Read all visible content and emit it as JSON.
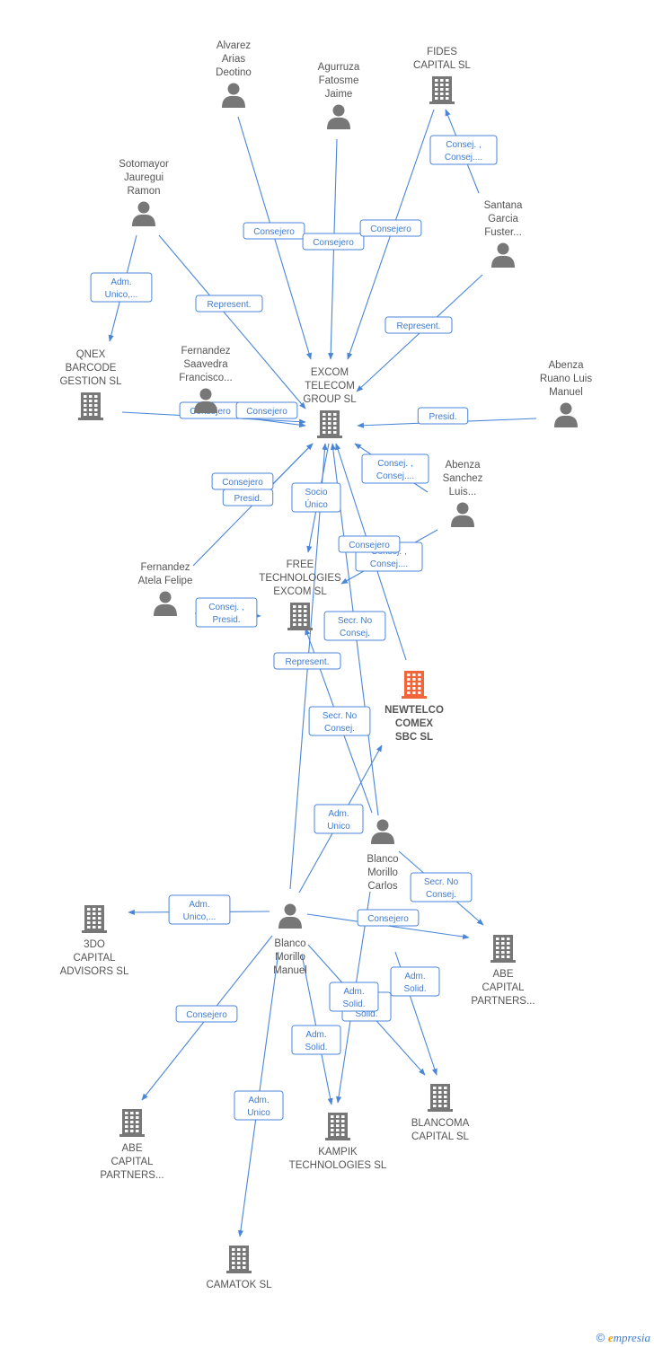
{
  "colors": {
    "edge": "#4a86d8",
    "company": "#777777",
    "company_main": "#f0663a",
    "person": "#777777",
    "label": "#555555"
  },
  "nodes": [
    {
      "id": "alvarez",
      "kind": "person",
      "lines": [
        "Alvarez",
        "Arias",
        "Deotino"
      ]
    },
    {
      "id": "agurruza",
      "kind": "person",
      "lines": [
        "Agurruza",
        "Fatosme",
        "Jaime"
      ]
    },
    {
      "id": "fides",
      "kind": "company",
      "lines": [
        "FIDES",
        "CAPITAL  SL"
      ]
    },
    {
      "id": "sotomayor",
      "kind": "person",
      "lines": [
        "Sotomayor",
        "Jauregui",
        "Ramon"
      ]
    },
    {
      "id": "santana",
      "kind": "person",
      "lines": [
        "Santana",
        "Garcia",
        "Fuster..."
      ]
    },
    {
      "id": "qnex",
      "kind": "company",
      "lines": [
        "QNEX",
        "BARCODE",
        "GESTION  SL"
      ]
    },
    {
      "id": "fsaavedra",
      "kind": "person",
      "lines": [
        "Fernandez",
        "Saavedra",
        "Francisco..."
      ]
    },
    {
      "id": "excom",
      "kind": "company",
      "lines": [
        "EXCOM",
        "TELECOM",
        "GROUP  SL"
      ]
    },
    {
      "id": "abenza_ruano",
      "kind": "person",
      "lines": [
        "Abenza",
        "Ruano Luis",
        "Manuel"
      ]
    },
    {
      "id": "abenza_sanchez",
      "kind": "person",
      "lines": [
        "Abenza",
        "Sanchez",
        "Luis..."
      ]
    },
    {
      "id": "fatela",
      "kind": "person",
      "lines": [
        "Fernandez",
        "Atela Felipe"
      ]
    },
    {
      "id": "free",
      "kind": "company",
      "lines": [
        "FREE",
        "TECHNOLOGIES",
        "EXCOM SL"
      ]
    },
    {
      "id": "newtelco",
      "kind": "company_main",
      "lines": [
        "NEWTELCO",
        "COMEX",
        "SBC  SL"
      ]
    },
    {
      "id": "bcarlos",
      "kind": "person",
      "lines": [
        "Blanco",
        "Morillo",
        "Carlos"
      ]
    },
    {
      "id": "bmanuel",
      "kind": "person",
      "lines": [
        "Blanco",
        "Morillo",
        "Manuel"
      ]
    },
    {
      "id": "d3o",
      "kind": "company",
      "lines": [
        "3DO",
        "CAPITAL",
        "ADVISORS  SL"
      ]
    },
    {
      "id": "abe_right",
      "kind": "company",
      "lines": [
        "ABE",
        "CAPITAL",
        "PARTNERS..."
      ]
    },
    {
      "id": "abe_left",
      "kind": "company",
      "lines": [
        "ABE",
        "CAPITAL",
        "PARTNERS..."
      ]
    },
    {
      "id": "kampik",
      "kind": "company",
      "lines": [
        "KAMPIK",
        "TECHNOLOGIES SL"
      ]
    },
    {
      "id": "blancoma",
      "kind": "company",
      "lines": [
        "BLANCOMA",
        "CAPITAL SL"
      ]
    },
    {
      "id": "camatok",
      "kind": "company",
      "lines": [
        "CAMATOK  SL"
      ]
    }
  ],
  "edges": [
    {
      "from": "alvarez",
      "to": "excom",
      "label": [
        "Consejero"
      ]
    },
    {
      "from": "agurruza",
      "to": "excom",
      "label": [
        "Consejero"
      ]
    },
    {
      "from": "fides",
      "to": "excom",
      "label": [
        "Consejero"
      ]
    },
    {
      "from": "santana",
      "to": "fides",
      "label": [
        "Consej. ,",
        "Consej...."
      ]
    },
    {
      "from": "santana",
      "to": "excom",
      "label": [
        "Represent."
      ]
    },
    {
      "from": "sotomayor",
      "to": "qnex",
      "label": [
        "Adm.",
        "Unico,..."
      ]
    },
    {
      "from": "sotomayor",
      "to": "excom",
      "label": [
        "Represent."
      ]
    },
    {
      "from": "qnex",
      "to": "excom",
      "label": [
        "Consejero"
      ]
    },
    {
      "from": "fsaavedra",
      "to": "excom",
      "label": [
        "Consejero"
      ]
    },
    {
      "from": "fsaavedra",
      "to": "free",
      "label": [
        "Presid."
      ]
    },
    {
      "from": "abenza_ruano",
      "to": "excom",
      "label": [
        "Presid."
      ]
    },
    {
      "from": "abenza_sanchez",
      "to": "excom",
      "label": [
        "Consej. ,",
        "Consej...."
      ]
    },
    {
      "from": "abenza_sanchez",
      "to": "free",
      "label": [
        "Consej. ,",
        "Consej...."
      ]
    },
    {
      "from": "fatela",
      "to": "excom",
      "label": [
        "Consejero"
      ]
    },
    {
      "from": "fatela",
      "to": "free",
      "label": [
        "Consej. ,",
        "Presid."
      ]
    },
    {
      "from": "excom",
      "to": "free",
      "label": [
        "Socio",
        "Único"
      ]
    },
    {
      "from": "newtelco",
      "to": "excom",
      "label": [
        "Consejero"
      ]
    },
    {
      "from": "bcarlos",
      "to": "excom",
      "label": [
        "Secr.  No",
        "Consej."
      ]
    },
    {
      "from": "bcarlos",
      "to": "free",
      "label": [
        "Secr.  No",
        "Consej."
      ]
    },
    {
      "from": "bmanuel",
      "to": "excom",
      "label": [
        "Represent."
      ]
    },
    {
      "from": "bmanuel",
      "to": "newtelco",
      "label": [
        "Adm.",
        "Unico"
      ]
    },
    {
      "from": "bmanuel",
      "to": "d3o",
      "label": [
        "Adm.",
        "Unico,..."
      ]
    },
    {
      "from": "bmanuel",
      "to": "abe_right",
      "label": [
        "Consejero"
      ]
    },
    {
      "from": "bmanuel",
      "to": "abe_left",
      "label": [
        "Consejero"
      ]
    },
    {
      "from": "bmanuel",
      "to": "camatok",
      "label": [
        "Adm.",
        "Unico"
      ]
    },
    {
      "from": "bmanuel",
      "to": "kampik",
      "label": [
        "Adm.",
        "Solid."
      ]
    },
    {
      "from": "bmanuel",
      "to": "blancoma",
      "label": [
        "Adm.",
        "Solid."
      ]
    },
    {
      "from": "bcarlos",
      "to": "abe_right",
      "label": [
        "Secr.  No",
        "Consej."
      ]
    },
    {
      "from": "bcarlos",
      "to": "kampik",
      "label": [
        "Adm.",
        "Solid."
      ]
    },
    {
      "from": "bcarlos",
      "to": "blancoma",
      "label": [
        "Adm.",
        "Solid."
      ]
    }
  ],
  "footer": {
    "copyright": "©",
    "brand_e": "e",
    "brand_rest": "mpresia"
  }
}
